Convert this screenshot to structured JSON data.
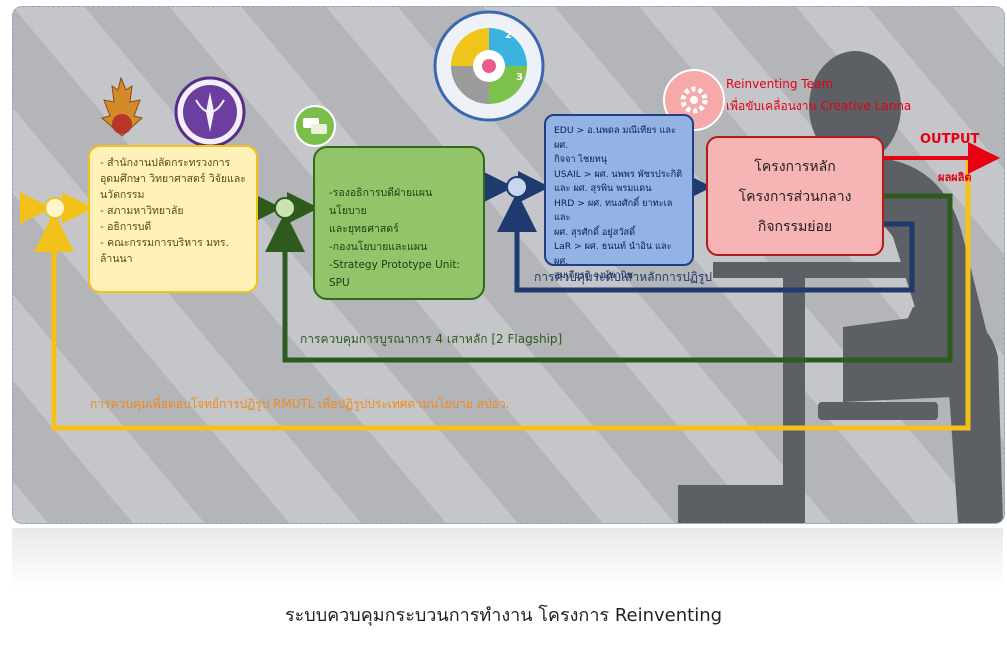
{
  "diagram": {
    "title": "ระบบควบคุมกระบวนการทำงาน โครงการ Reinventing",
    "input_box": {
      "lines": [
        "- สำนักงานปลัดกระทรวงการ",
        "อุดมศึกษา วิทยาศาสตร์ วิจัยและ",
        "นวัตกรรม",
        "- สภามหาวิทยาลัย",
        "- อธิการบดี",
        "- คณะกรรมการบริหาร มทร.",
        "ล้านนา"
      ]
    },
    "strategy_box": {
      "lines": [
        "-รองอธิการบดีฝ่ายแผน นโยบาย",
        "และยุทธศาสตร์",
        "-กองนโยบายและแผน",
        "-Strategy Prototype Unit: SPU"
      ]
    },
    "flagship_box": {
      "lines": [
        "EDU > อ.นพดล มณีเทียร และ ผศ.",
        "กิจจา ไชยทนุ",
        "USAIL > ผศ. นพพร พัชรประกิติ",
        "และ ผศ. สุรพิน พรมแดน",
        "HRD > ผศ. ทนงศักดิ์ ยาทะเล และ",
        "ผศ. สุรศักดิ์ อยู่สวัสดิ์",
        "LaR > ผศ. ธนนท์ นำอิน และ ผศ.",
        "สมเกียรติ วงษ์พานิช"
      ]
    },
    "project_box": {
      "lines": [
        "โครงการหลัก",
        "โครงการส่วนกลาง",
        "กิจกรรมย่อย"
      ]
    },
    "team_label": {
      "line1": "Reinventing Team",
      "line2": "เพื่อขับเคลื่อนงาน Creative Lanna"
    },
    "output_label": "OUTPUT",
    "output_sub": "ผลผลิต",
    "feedback_pillar": "การควบคุมระดับเสาหลักการปฏิรูป",
    "feedback_flagship": "การควบคุมการบูรณาการ 4 เสาหลัก [2 Flagship]",
    "feedback_policy": "การควบคุมเพื่อตอบโจทย์การปฏิรูป RMUTL เพื่อปฏิรูปประเทศตามนโยบาย สปอว.",
    "logo_numbers": [
      "2",
      "3"
    ],
    "colors": {
      "input": "#fff1b8",
      "strategy": "#93c46a",
      "flagship": "#92b3e3",
      "project": "#f7b4b4",
      "policy_loop": "#f2c21a",
      "flagship_loop": "#2f5a1e",
      "pillar_loop": "#1f3a6e",
      "output": "#e60012"
    }
  }
}
